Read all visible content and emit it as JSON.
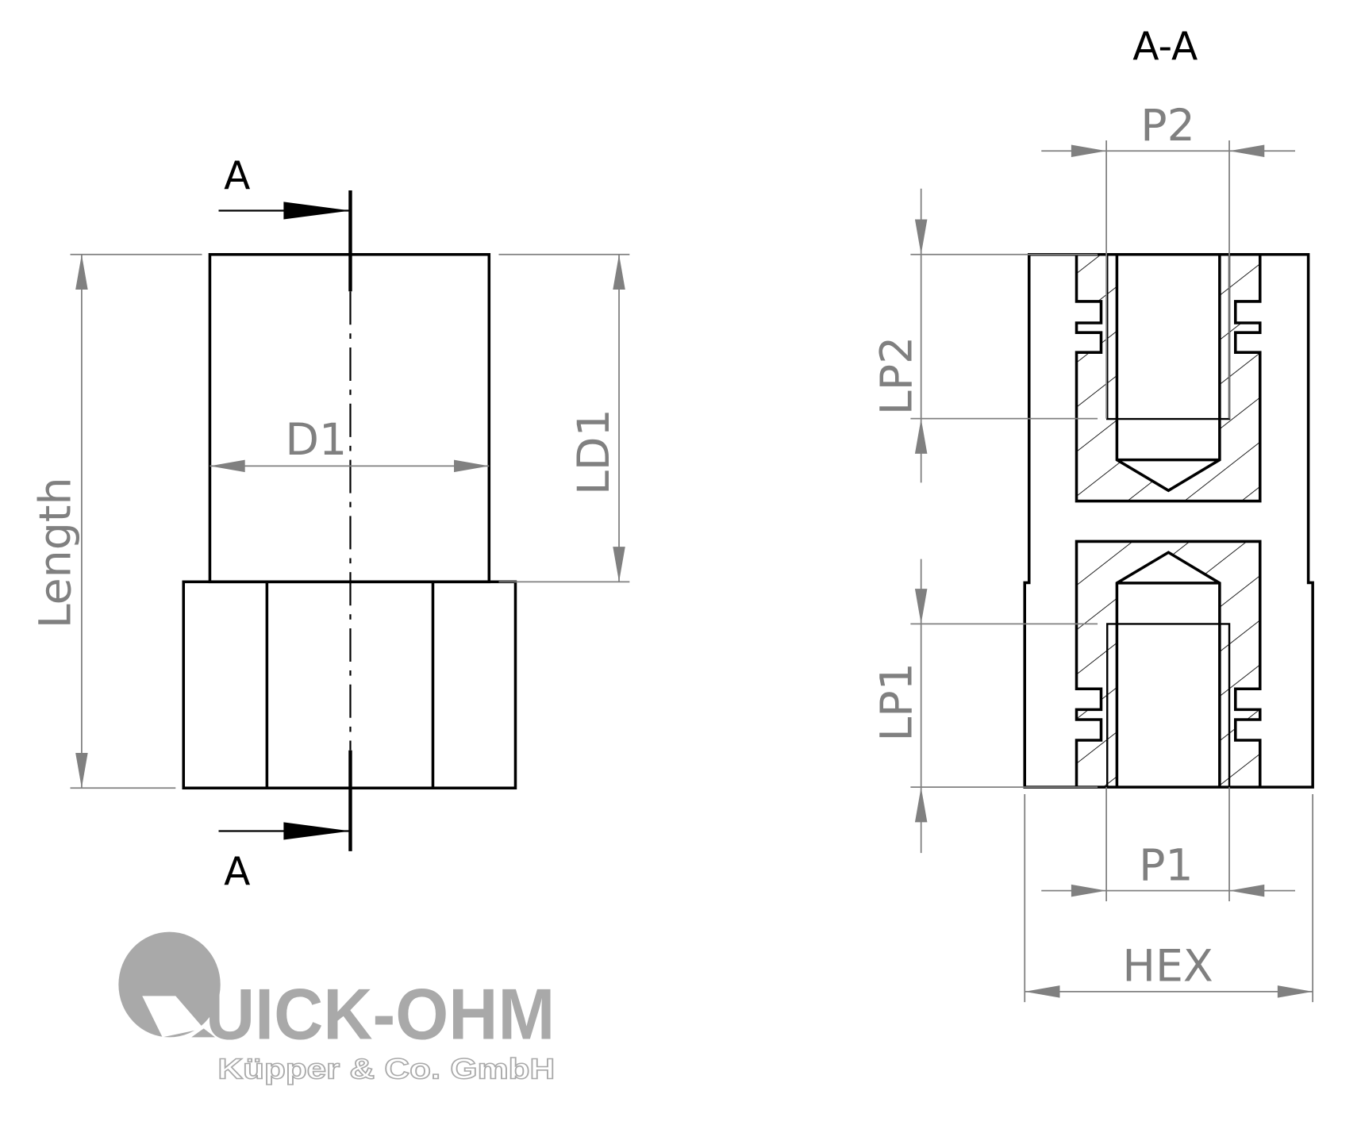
{
  "drawing": {
    "section_marker": "A",
    "section_title": "A-A",
    "dimensions": {
      "length": "Length",
      "d1": "D1",
      "ld1": "LD1",
      "p2": "P2",
      "lp2": "LP2",
      "lp1": "LP1",
      "p1": "P1",
      "hex": "HEX"
    },
    "colors": {
      "outline": "#000000",
      "dimension": "#808080",
      "logo": "#a9a9a9"
    }
  },
  "logo": {
    "name": "QUICK-OHM",
    "name_rest": "UICK-OHM",
    "company": "Küpper & Co. GmbH"
  }
}
